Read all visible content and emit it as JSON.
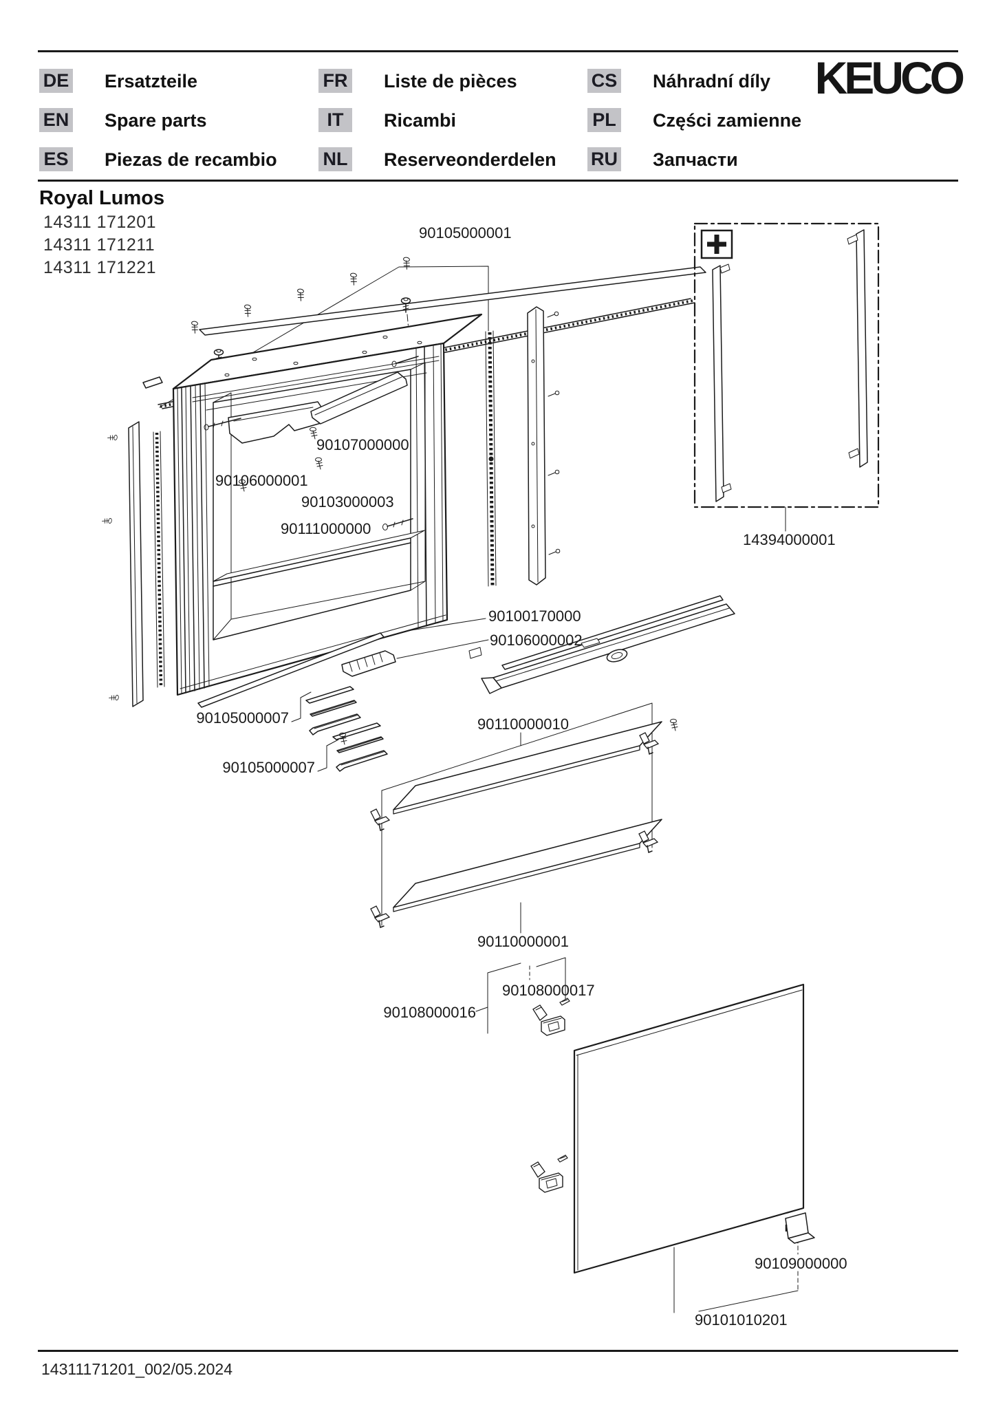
{
  "header": {
    "brand": "KEUCO",
    "languages": [
      {
        "code": "DE",
        "label": "Ersatzteile"
      },
      {
        "code": "FR",
        "label": "Liste de pièces"
      },
      {
        "code": "CS",
        "label": "Náhradní díly"
      },
      {
        "code": "EN",
        "label": "Spare parts"
      },
      {
        "code": "IT",
        "label": "Ricambi"
      },
      {
        "code": "PL",
        "label": "Części zamienne"
      },
      {
        "code": "ES",
        "label": "Piezas de recambio"
      },
      {
        "code": "NL",
        "label": "Reserveonderdelen"
      },
      {
        "code": "RU",
        "label": "Запчасти"
      }
    ]
  },
  "product": {
    "name": "Royal Lumos",
    "models": [
      "14311 171201",
      "14311 171211",
      "14311 171221"
    ]
  },
  "diagram": {
    "plus_marker": "+",
    "labels": {
      "top_led_profile": "90105000001",
      "light_module": "90107000000",
      "power_unit": "90106000001",
      "screw_set": "90103000003",
      "cabinet_body": "90111000000",
      "side_trim_kit": "14394000001",
      "bottom_trim": "90100170000",
      "bottom_connector": "90106000002",
      "profile_strips_upper": "90105000007",
      "profile_strips_lower": "90105000007",
      "glass_shelf_upper": "90110000010",
      "glass_shelf_lower": "90110000001",
      "hinge_pin": "90108000017",
      "hinge": "90108000016",
      "door_stop": "90109000000",
      "mirror_door": "90101010201"
    }
  },
  "footer": {
    "document_id": "14311171201_002/05.2024"
  },
  "colors": {
    "badge_bg": "#c3c3c7",
    "ink": "#1a1a1a"
  }
}
